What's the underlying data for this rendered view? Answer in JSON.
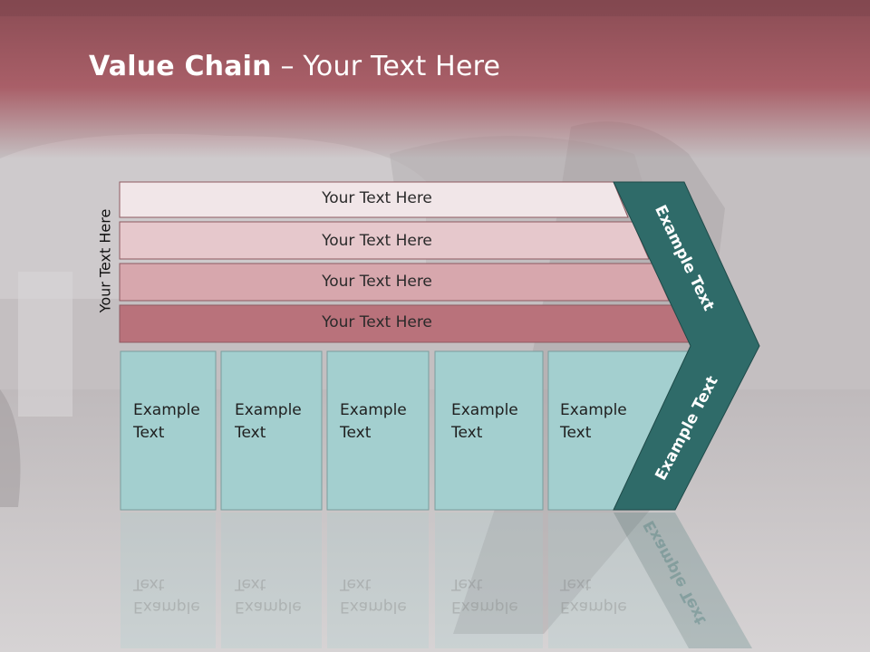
{
  "slide": {
    "title_bold": "Value Chain",
    "title_rest": " – Your Text Here",
    "side_label": "Your Text Here"
  },
  "bars": [
    {
      "label": "Your Text Here",
      "color": "#f1e6e8"
    },
    {
      "label": "Your Text Here",
      "color": "#e6c8cc"
    },
    {
      "label": "Your Text Here",
      "color": "#d7a7ad"
    },
    {
      "label": "Your Text Here",
      "color": "#b9727b"
    }
  ],
  "columns": [
    {
      "line1": "Example",
      "line2": "Text"
    },
    {
      "line1": "Example",
      "line2": "Text"
    },
    {
      "line1": "Example",
      "line2": "Text"
    },
    {
      "line1": "Example",
      "line2": "Text"
    },
    {
      "line1": "Example",
      "line2": "Text"
    }
  ],
  "chevron": {
    "top_label": "Example Text",
    "bottom_label": "Example Text",
    "color": "#2f6b69"
  },
  "colors": {
    "header": "#a85c66",
    "column_fill": "#a3cfcf",
    "background": "#c9c4c6"
  }
}
